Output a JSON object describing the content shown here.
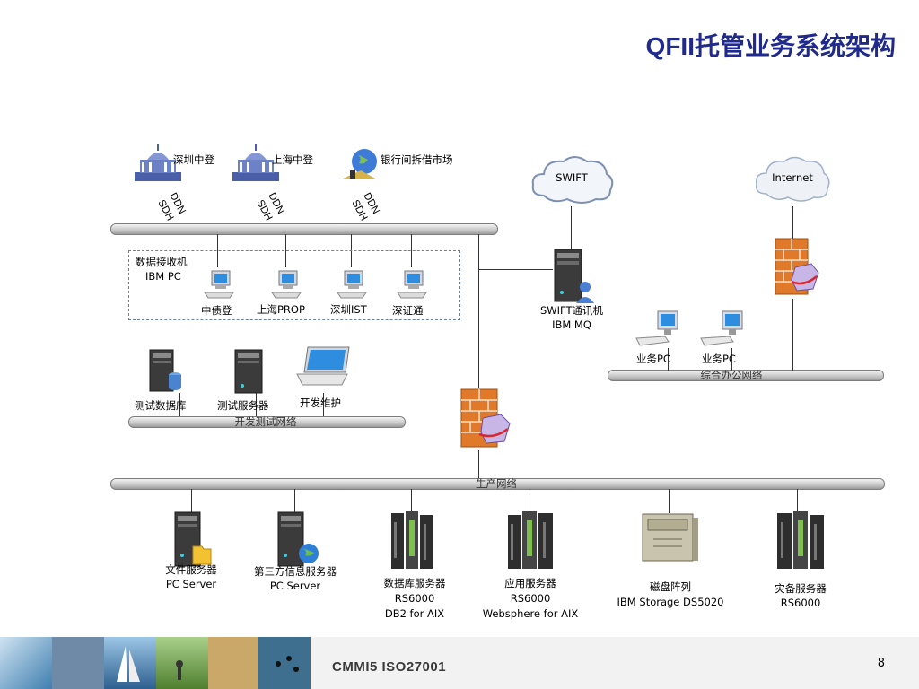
{
  "title": "QFII托管业务系统架构",
  "external": {
    "sz_clearing": "深圳中登",
    "sh_clearing": "上海中登",
    "interbank": "银行间拆借市场",
    "ddn": "DDN",
    "sdh": "SDH"
  },
  "swift_cloud": "SWIFT",
  "internet_cloud": "Internet",
  "receivers": {
    "group_line1": "数据接收机",
    "group_line2": "IBM PC",
    "pcs": [
      "中债登",
      "上海PROP",
      "深圳IST",
      "深证通"
    ]
  },
  "swift_node": {
    "line1": "SWIFT通讯机",
    "line2": "IBM  MQ"
  },
  "office": {
    "pc1": "业务PC",
    "pc2": "业务PC",
    "network": "综合办公网络"
  },
  "dev": {
    "db": "测试数据库",
    "server": "测试服务器",
    "laptop": "开发维护",
    "network": "开发测试网络"
  },
  "production_network": "生产网络",
  "servers": [
    {
      "line1": "文件服务器",
      "line2": "PC  Server"
    },
    {
      "line1": "第三方信息服务器",
      "line2": "PC Server"
    },
    {
      "line1": "数据库服务器",
      "line2": "RS6000",
      "line3": "DB2 for  AIX"
    },
    {
      "line1": "应用服务器",
      "line2": "RS6000",
      "line3": "Websphere  for  AIX"
    },
    {
      "line1": "磁盘阵列",
      "line2": "IBM Storage  DS5020"
    },
    {
      "line1": "灾备服务器",
      "line2": "RS6000"
    }
  ],
  "footer": {
    "cert": "CMMI5   ISO27001",
    "page": "8"
  },
  "colors": {
    "title": "#1f2a8c",
    "bus": "#bdbdbd",
    "firewall": "#e07a2a",
    "dashed_box": "#6a7fa3"
  }
}
